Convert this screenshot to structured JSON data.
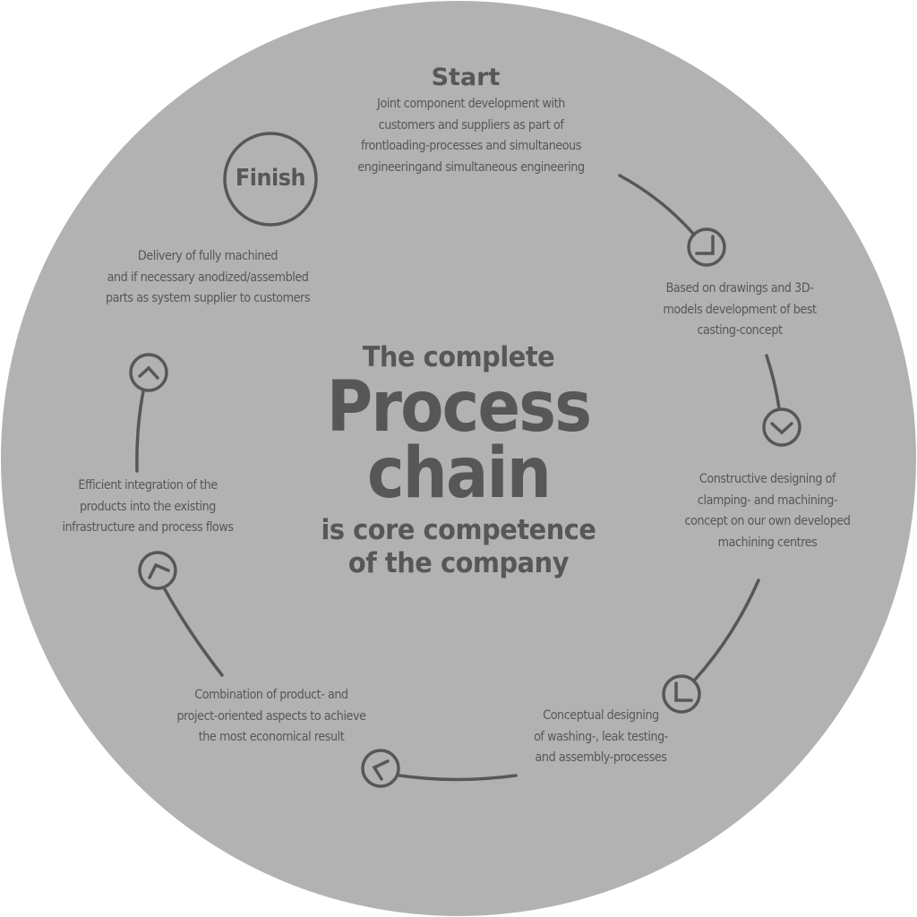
{
  "diagram": {
    "type": "circular process flow",
    "colors": {
      "background": "#ffffff",
      "circle_fill": "#b2b2b2",
      "foreground": "#575757"
    },
    "center_title": {
      "line1": "The complete",
      "line2": "Process",
      "line3": "chain",
      "line4": "is core competence",
      "line5": "of the company"
    },
    "start": {
      "title": "Start",
      "lines": [
        "Joint component development with",
        "customers and suppliers as part of",
        "frontloading-processes and simultaneous",
        "engineeringand simultaneous engineering"
      ]
    },
    "steps": [
      {
        "icon": "clock-hand-down-left-icon",
        "lines": [
          "Based on drawings and 3D-",
          "models development of best",
          "casting-concept"
        ]
      },
      {
        "icon": "chevron-down-icon",
        "lines": [
          "Constructive designing of",
          "clamping- and machining-",
          "concept on our own developed",
          "machining centres"
        ]
      },
      {
        "icon": "clock-hand-l-icon",
        "lines": [
          "Conceptual designing",
          "of washing-, leak testing-",
          "and assembly-processes"
        ]
      },
      {
        "icon": "chevron-left-icon",
        "lines": [
          "Combination of product- and",
          "project-oriented aspects to achieve",
          "the most economical result"
        ]
      },
      {
        "icon": "chevron-up-left-icon",
        "lines": [
          "Efficient integration of the",
          "products into the existing",
          "infrastructure and process flows"
        ]
      },
      {
        "icon": "chevron-up-icon",
        "lines": [
          "Delivery of fully machined",
          "and if necessary anodized/assembled",
          "parts as system supplier to customers"
        ]
      }
    ],
    "finish": {
      "label": "Finish"
    }
  }
}
